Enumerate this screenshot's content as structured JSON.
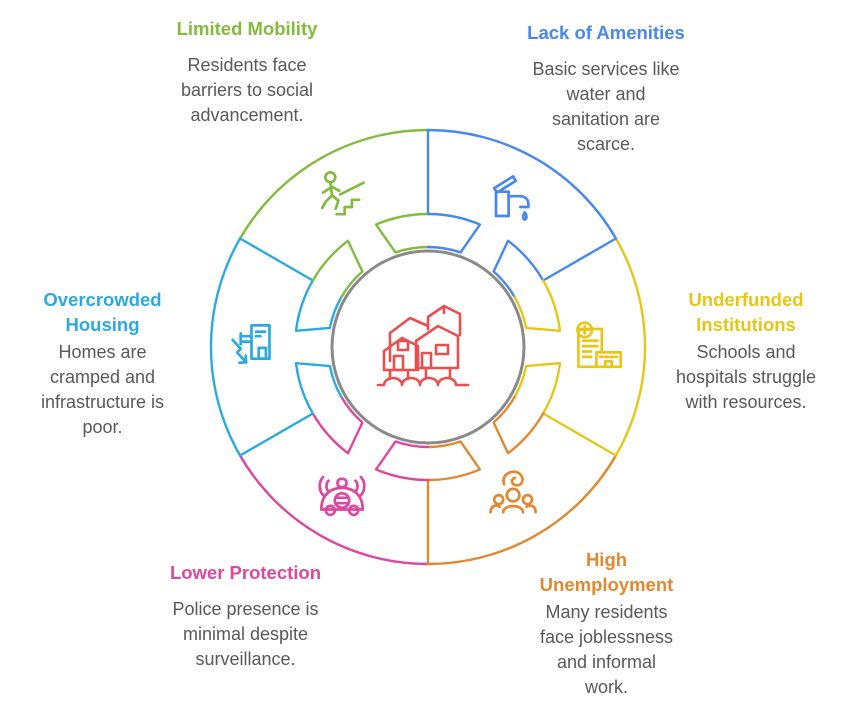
{
  "palette": {
    "text_gray": "#58595B",
    "hub_ring_gray": "#8A8A8A"
  },
  "wheel": {
    "center_icon": "flooded-settlement-icon",
    "center_icon_color": "#EA4F4F",
    "ring_color": "#8A8A8A"
  },
  "segments": [
    {
      "id": "limited-mobility",
      "title": "Limited Mobility",
      "description": "Residents face\nbarriers to social\nadvancement.",
      "color": "#82BB3D",
      "icon": "person-climbing-stairs-icon"
    },
    {
      "id": "lack-of-amenities",
      "title": "Lack of Amenities",
      "description": "Basic services like\nwater and\nsanitation are\nscarce.",
      "color": "#4687F0",
      "icon": "faucet-icon"
    },
    {
      "id": "underfunded-institutions",
      "title": "Underfunded\nInstitutions",
      "description": "Schools and\nhospitals struggle\nwith resources.",
      "color": "#E6C716",
      "icon": "hospital-icon"
    },
    {
      "id": "high-unemployment",
      "title": "High\nUnemployment",
      "description": "Many residents\nface joblessness\nand informal\nwork.",
      "color": "#E2882F",
      "icon": "unemployed-group-icon"
    },
    {
      "id": "lower-protection",
      "title": "Lower Protection",
      "description": "Police presence is\nminimal despite\nsurveillance.",
      "color": "#DE479E",
      "icon": "surveillance-car-icon"
    },
    {
      "id": "overcrowded-housing",
      "title": "Overcrowded\nHousing",
      "description": "Homes are\ncramped and\ninfrastructure is\npoor.",
      "color": "#2BAAE2",
      "icon": "declining-building-icon"
    }
  ]
}
